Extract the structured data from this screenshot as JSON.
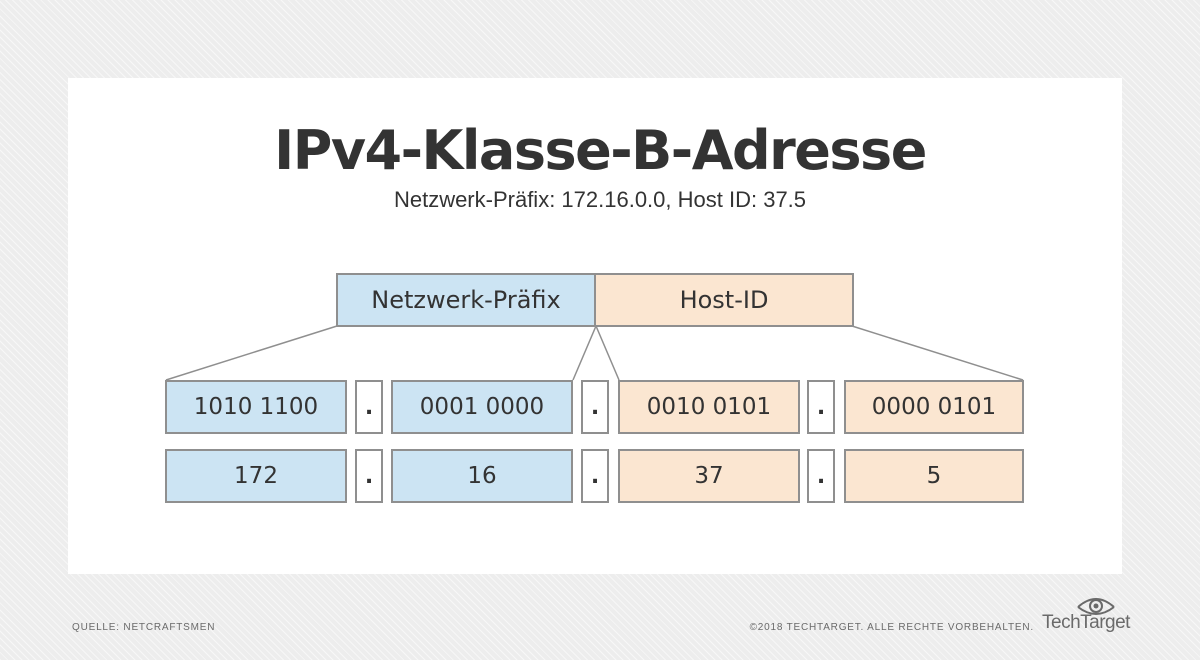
{
  "title": "IPv4-Klasse-B-Adresse",
  "subtitle": "Netzwerk-Präfix: 172.16.0.0, Host ID: 37.5",
  "header": {
    "network_label": "Netzwerk-Präfix",
    "host_label": "Host-ID"
  },
  "binary_row": [
    "1010 1100",
    "0001 0000",
    "0010 0101",
    "0000 0101"
  ],
  "decimal_row": [
    "172",
    "16",
    "37",
    "5"
  ],
  "separator": ".",
  "colors": {
    "network": "#cce4f3",
    "host": "#fbe6d1",
    "border": "#8f8f8f"
  },
  "footer": {
    "source": "QUELLE: NETCRAFTSMEN",
    "copyright": "©2018 TECHTARGET. ALLE RECHTE VORBEHALTEN.",
    "brand": "TechTarget"
  },
  "brand_icon": "eye-logo-icon"
}
